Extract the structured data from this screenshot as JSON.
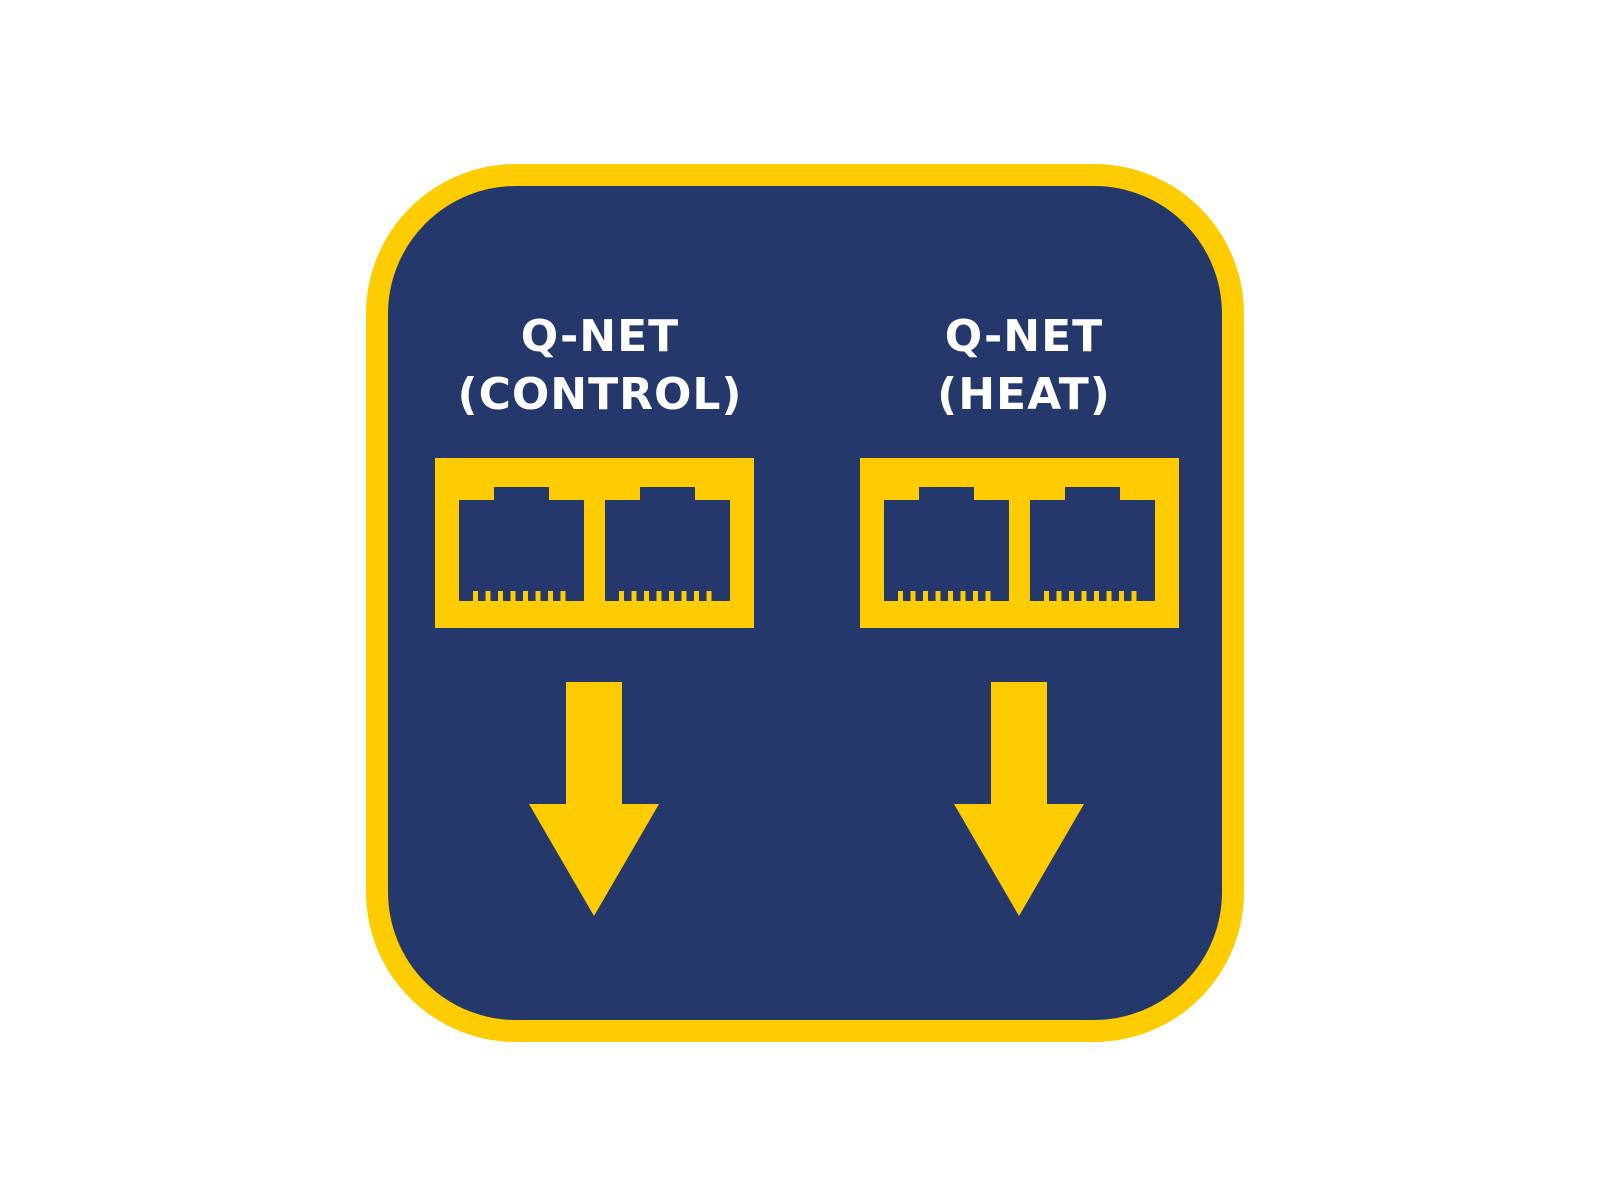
{
  "colors": {
    "background": "#FFFFFF",
    "panel_fill": "#24386C",
    "accent": "#FECC00",
    "text": "#FFFFFF"
  },
  "ports": [
    {
      "label_line1": "Q-NET",
      "label_line2": "(CONTROL)",
      "icon": "dual-rj45-port-icon",
      "arrow": "arrow-down-icon"
    },
    {
      "label_line1": "Q-NET",
      "label_line2": "(HEAT)",
      "icon": "dual-rj45-port-icon",
      "arrow": "arrow-down-icon"
    }
  ]
}
